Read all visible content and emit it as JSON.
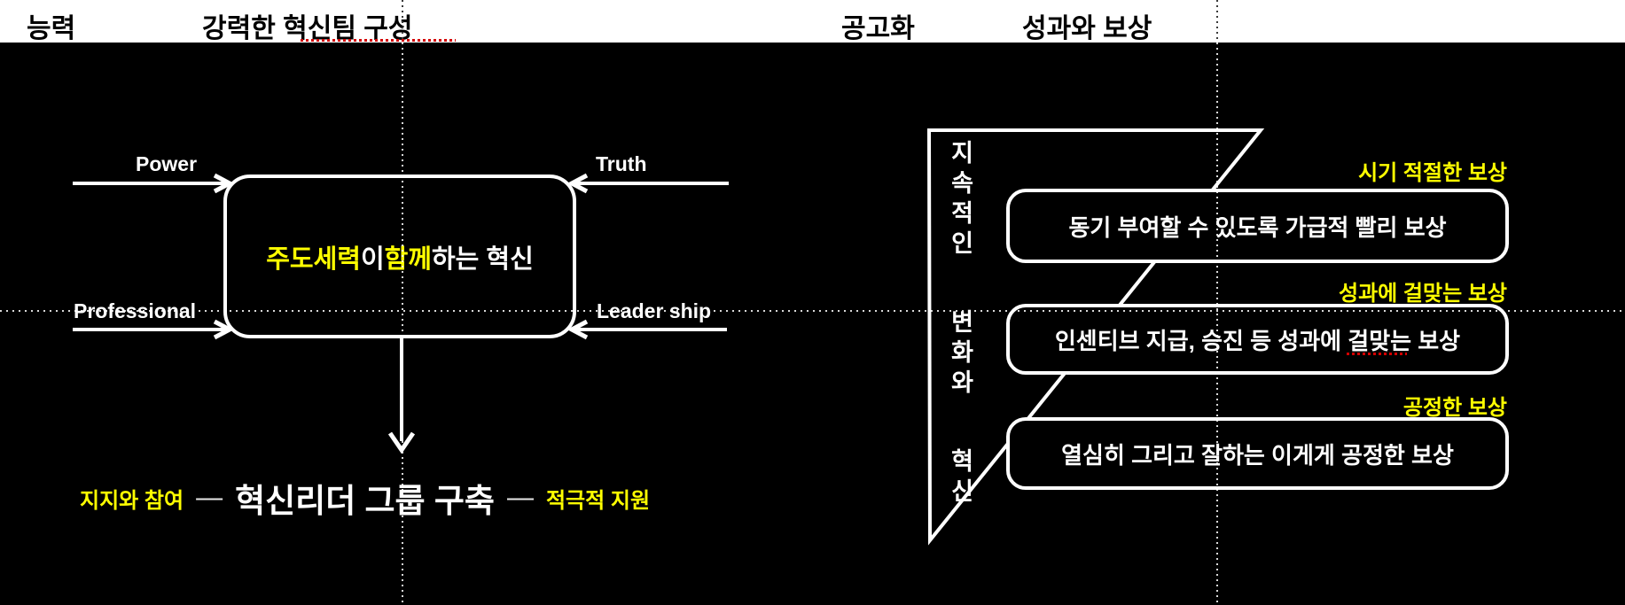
{
  "colors": {
    "background": "#000000",
    "header_background": "#ffffff",
    "header_text": "#000000",
    "diagram_stroke": "#ffffff",
    "accent_yellow": "#ffff00",
    "spellcheck_red": "#d40000",
    "guide_dots": "#ffffff"
  },
  "header": {
    "items": [
      {
        "label": "능력"
      },
      {
        "label": "강력한 혁신팀 구성"
      },
      {
        "label": "공고화"
      },
      {
        "label": "성과와 보상"
      }
    ]
  },
  "left_diagram": {
    "center_box": {
      "segments": [
        {
          "text": "주도세력",
          "color": "yellow"
        },
        {
          "text": "이 ",
          "color": "white"
        },
        {
          "text": "함께",
          "color": "yellow"
        },
        {
          "text": "하는 혁신",
          "color": "white"
        }
      ]
    },
    "arrows": [
      {
        "label": "Power"
      },
      {
        "label": "Truth"
      },
      {
        "label": "Professional"
      },
      {
        "label": "Leader ship"
      }
    ],
    "caption": {
      "left": "지지와 참여",
      "dash1": "—",
      "center": "혁신리더 그룹 구축",
      "dash2": "—",
      "right": "적극적 지원"
    }
  },
  "right_diagram": {
    "side_text": "지속적인 변화와 혁신",
    "items": [
      {
        "label": "시기 적절한 보상",
        "text": "동기 부여할 수 있도록 가급적 빨리 보상"
      },
      {
        "label": "성과에 걸맞는 보상",
        "text": "인센티브 지급, 승진 등 성과에 걸맞는 보상"
      },
      {
        "label": "공정한 보상",
        "text": "열심히 그리고 잘하는 이게게 공정한 보상"
      }
    ]
  }
}
